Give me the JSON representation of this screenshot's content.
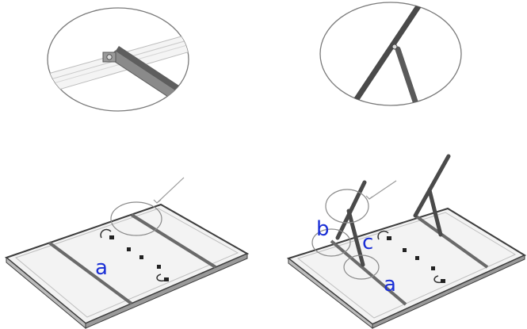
{
  "labels": {
    "left_a": "a",
    "right_b": "b",
    "right_c": "c",
    "right_a": "a"
  },
  "colors": {
    "label": "#1a2fd6",
    "panel_fill": "#f2f2f2",
    "panel_edge": "#3d3d3d",
    "bracket": "#4a4a4a",
    "callout": "#9a9a9a"
  }
}
